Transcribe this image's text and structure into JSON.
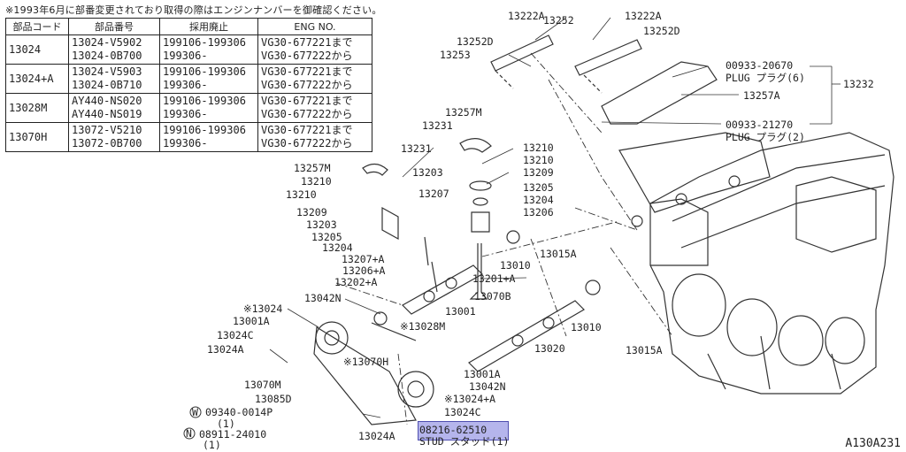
{
  "note": "※1993年6月に部番変更されており取得の際はエンジンナンバーを御確認ください。",
  "table": {
    "headers": [
      "部品コード",
      "部品番号",
      "採用廃止",
      "ENG NO."
    ],
    "rows": [
      {
        "code": "13024",
        "parts": [
          "13024-V5902",
          "13024-0B700"
        ],
        "periods": [
          "199106-199306",
          "199306-"
        ],
        "eng": [
          "VG30-677221まで",
          "VG30-677222から"
        ]
      },
      {
        "code": "13024+A",
        "parts": [
          "13024-V5903",
          "13024-0B710"
        ],
        "periods": [
          "199106-199306",
          "199306-"
        ],
        "eng": [
          "VG30-677221まで",
          "VG30-677222から"
        ]
      },
      {
        "code": "13028M",
        "parts": [
          "AY440-NS020",
          "AY440-NS019"
        ],
        "periods": [
          "199106-199306",
          "199306-"
        ],
        "eng": [
          "VG30-677221まで",
          "VG30-677222から"
        ]
      },
      {
        "code": "13070H",
        "parts": [
          "13072-V5210",
          "13072-0B700"
        ],
        "periods": [
          "199106-199306",
          "199306-"
        ],
        "eng": [
          "VG30-677221まで",
          "VG30-677222から"
        ]
      }
    ]
  },
  "labels": {
    "l13222A_1": "13222A",
    "l13252": "13252",
    "l13222A_2": "13222A",
    "l13252D_1": "13252D",
    "l13252D_2": "13252D",
    "l13253": "13253",
    "l00933_20670": "00933-20670",
    "plug6": "PLUG プラグ(6)",
    "l13232": "13232",
    "l13257A": "13257A",
    "l00933_21270": "00933-21270",
    "plug2": "PLUG プラグ(2)",
    "l13257M_top": "13257M",
    "l13231_1": "13231",
    "l13210_1": "13210",
    "l13210_2": "13210",
    "l13231_2": "13231",
    "l13209_1": "13209",
    "l13203_1": "13203",
    "l13257M_left": "13257M",
    "l13205_1": "13205",
    "l13210_3": "13210",
    "l13204_1": "13204",
    "l13210_4": "13210",
    "l13207": "13207",
    "l13206_1": "13206",
    "l13209_2": "13209",
    "l13203_2": "13203",
    "l13205_2": "13205",
    "l13015A_1": "13015A",
    "l13204_2": "13204",
    "l13207A": "13207+A",
    "l13010_1": "13010",
    "l13206A": "13206+A",
    "l13201A": "13201+A",
    "l13202A": "13202+A",
    "l13042N_1": "13042N",
    "l13070B": "13070B",
    "l13024_star": "※13024",
    "l13001": "13001",
    "l13001A_1": "13001A",
    "l13028M": "※13028M",
    "l13010_2": "13010",
    "l13024C_1": "13024C",
    "l13020": "13020",
    "l13015A_2": "13015A",
    "l13024A_1": "13024A",
    "l13070H": "※13070H",
    "l13001A_2": "13001A",
    "l13042N_2": "13042N",
    "l13070M": "13070M",
    "l13024A_star": "※13024+A",
    "l13085D": "13085D",
    "l09340": "09340-0014P",
    "l09340_q": "(1)",
    "l13024C_2": "13024C",
    "l08911": "08911-24010",
    "l08911_q": "(1)",
    "l08216": "08216-62510",
    "l08216_sub": "STUD スタッド(1)",
    "l13024A_2": "13024A",
    "mark_W": "W",
    "mark_N": "N"
  },
  "code": "A130A231"
}
